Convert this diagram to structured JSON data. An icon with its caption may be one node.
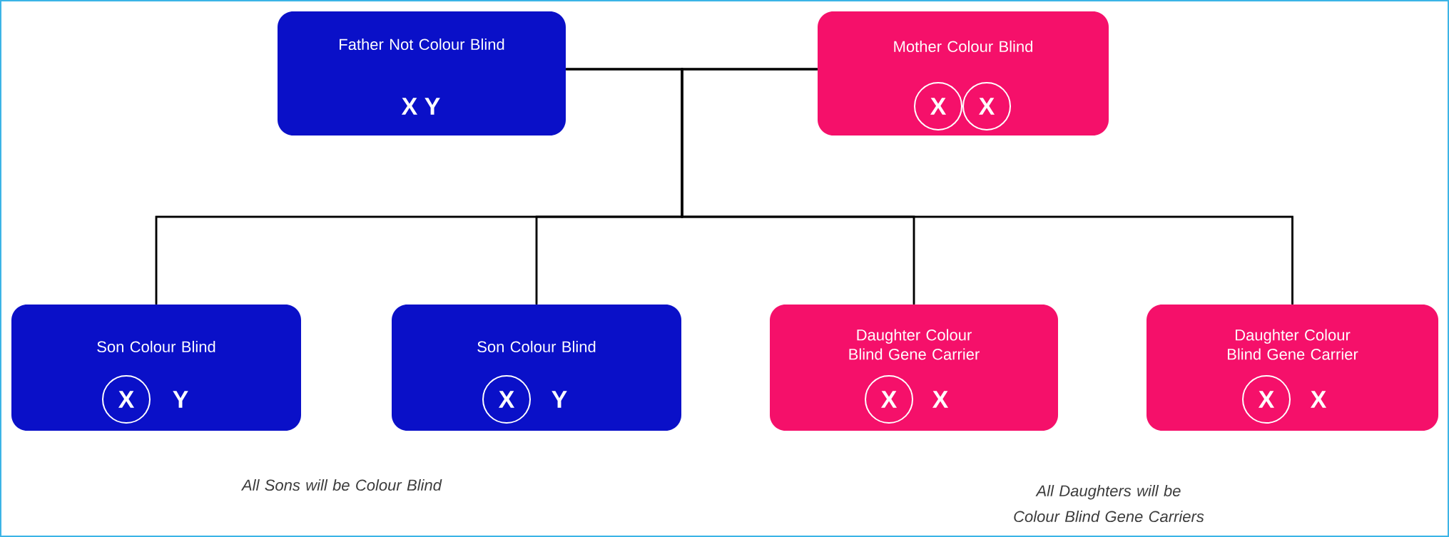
{
  "diagram": {
    "nodes": [
      {
        "text": [
          "Father Not Colour Blind",
          "X Y"
        ]
      },
      {
        "text": [
          "Mother Colour Blind"
        ]
      },
      {
        "text": [
          "X"
        ],
        "in": 1
      },
      {
        "text": [
          "X"
        ],
        "in": 1
      },
      {
        "text": [
          "Son Colour Blind",
          "Y"
        ]
      },
      {
        "text": [
          "X"
        ],
        "in": 4
      },
      {
        "text": [
          "Son Colour Blind",
          "Y"
        ]
      },
      {
        "text": [
          "X"
        ],
        "in": 6
      },
      {
        "text": [
          "Daughter Colour Blind Gene Carrier",
          "X"
        ]
      },
      {
        "text": [
          "X"
        ],
        "in": 8
      },
      {
        "text": [
          "Daughter Colour Blind Gene Carrier",
          "X"
        ]
      },
      {
        "text": [
          "X"
        ],
        "in": 10
      }
    ],
    "edges": [
      {
        "from": 0,
        "to": 1,
        "arrow": "none"
      },
      {
        "from": 0,
        "to": 4,
        "arrow": "none"
      },
      {
        "from": 0,
        "to": 6,
        "arrow": "none"
      },
      {
        "from": 0,
        "to": 8,
        "arrow": "none"
      },
      {
        "from": 0,
        "to": 10,
        "arrow": "none"
      },
      {
        "from": 1,
        "to": 4,
        "arrow": "none"
      },
      {
        "from": 1,
        "to": 6,
        "arrow": "none"
      },
      {
        "from": 1,
        "to": 8,
        "arrow": "none"
      },
      {
        "from": 1,
        "to": 10,
        "arrow": "none"
      }
    ],
    "labels": [
      "All Sons will be Colour Blind",
      "All Daughters will be Colour Blind Gene Carriers"
    ]
  }
}
